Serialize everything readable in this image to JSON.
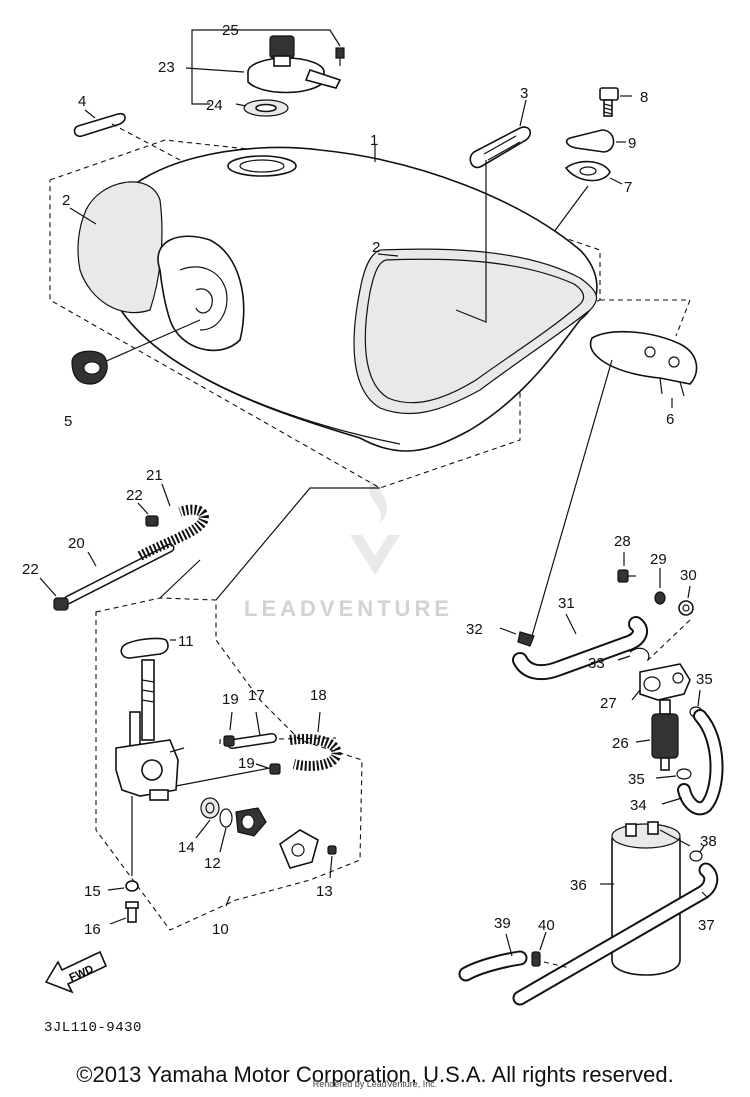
{
  "diagram_code": "3JL110-9430",
  "copyright": "©2013 Yamaha Motor Corporation, U.S.A. All rights reserved.",
  "rendered_by": "Rendered by LeadVenture, Inc.",
  "watermark": "LEADVENTURE",
  "fwd_label": "FWD",
  "callouts": {
    "c1": "1",
    "c2a": "2",
    "c2b": "2",
    "c3": "3",
    "c4": "4",
    "c5": "5",
    "c6": "6",
    "c7": "7",
    "c8": "8",
    "c9": "9",
    "c10": "10",
    "c11": "11",
    "c12": "12",
    "c13": "13",
    "c14": "14",
    "c15": "15",
    "c16": "16",
    "c17": "17",
    "c18": "18",
    "c19a": "19",
    "c19b": "19",
    "c20": "20",
    "c21": "21",
    "c22a": "22",
    "c22b": "22",
    "c23": "23",
    "c24": "24",
    "c25": "25",
    "c26": "26",
    "c27": "27",
    "c28": "28",
    "c29": "29",
    "c30": "30",
    "c31": "31",
    "c32": "32",
    "c33": "33",
    "c34": "34",
    "c35a": "35",
    "c35b": "35",
    "c36": "36",
    "c37": "37",
    "c38": "38",
    "c39": "39",
    "c40": "40"
  }
}
